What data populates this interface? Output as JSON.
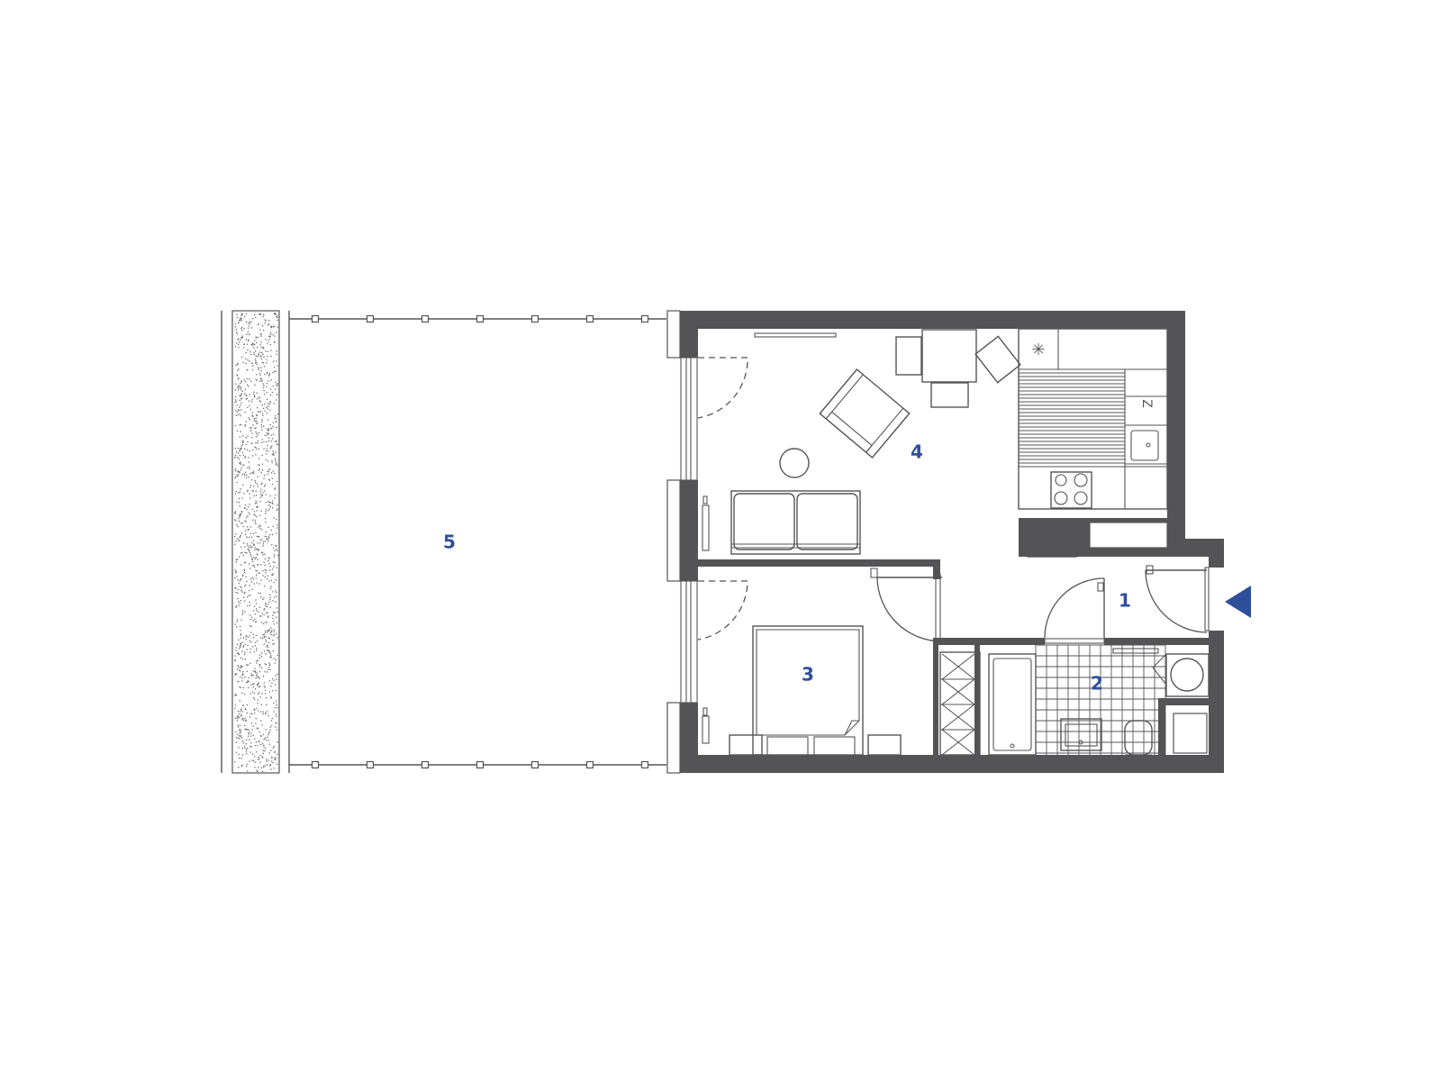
{
  "plan": {
    "rooms": [
      {
        "id": "1",
        "label": "1"
      },
      {
        "id": "2",
        "label": "2"
      },
      {
        "id": "3",
        "label": "3"
      },
      {
        "id": "4",
        "label": "4"
      },
      {
        "id": "5",
        "label": "5"
      }
    ],
    "appliance_marks": {
      "fridge": "✳",
      "dishwasher": "Z"
    },
    "entrance_marker": {
      "icon": "triangle-left-icon",
      "color": "#2f4f9b"
    },
    "colors": {
      "wall": "#545456",
      "line": "#555555",
      "label": "#2f4f9b",
      "background": "#ffffff"
    }
  }
}
